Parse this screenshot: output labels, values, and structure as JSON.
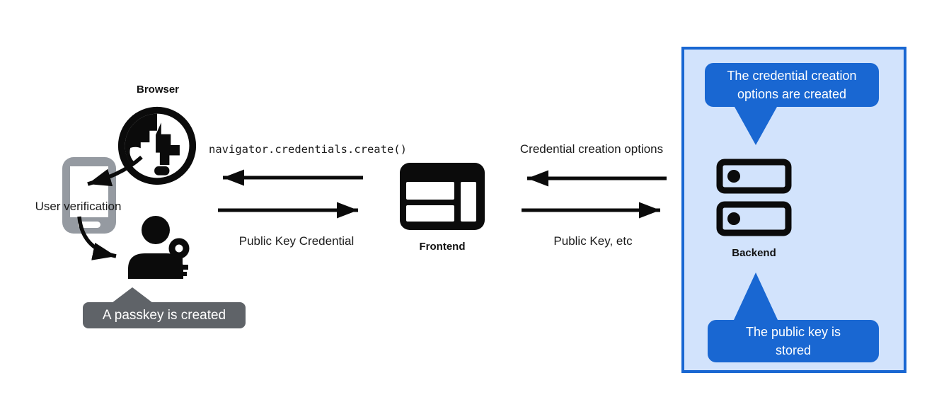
{
  "nodes": {
    "browser": {
      "label": "Browser"
    },
    "user_verification": {
      "label": "User verification"
    },
    "frontend": {
      "label": "Frontend"
    },
    "backend": {
      "label": "Backend"
    }
  },
  "messages": {
    "create_call": "navigator.credentials.create()",
    "public_key_credential": "Public Key Credential",
    "credential_creation_options": "Credential creation options",
    "public_key_etc": "Public Key, etc"
  },
  "callouts": {
    "passkey_created": "A passkey is created",
    "options_created": "The credential creation options are created",
    "key_stored": "The public key is stored"
  },
  "icons": {
    "globe": "globe-icon",
    "smartphone": "smartphone-icon",
    "person_key": "person-key-icon",
    "browser_window": "browser-window-icon",
    "server": "server-icon"
  },
  "colors": {
    "black": "#111111",
    "phone_gray": "#959aa1",
    "dark_tooltip": "#5f6368",
    "blue": "#1967d2",
    "panel_fill": "#d2e3fc",
    "white": "#ffffff"
  }
}
